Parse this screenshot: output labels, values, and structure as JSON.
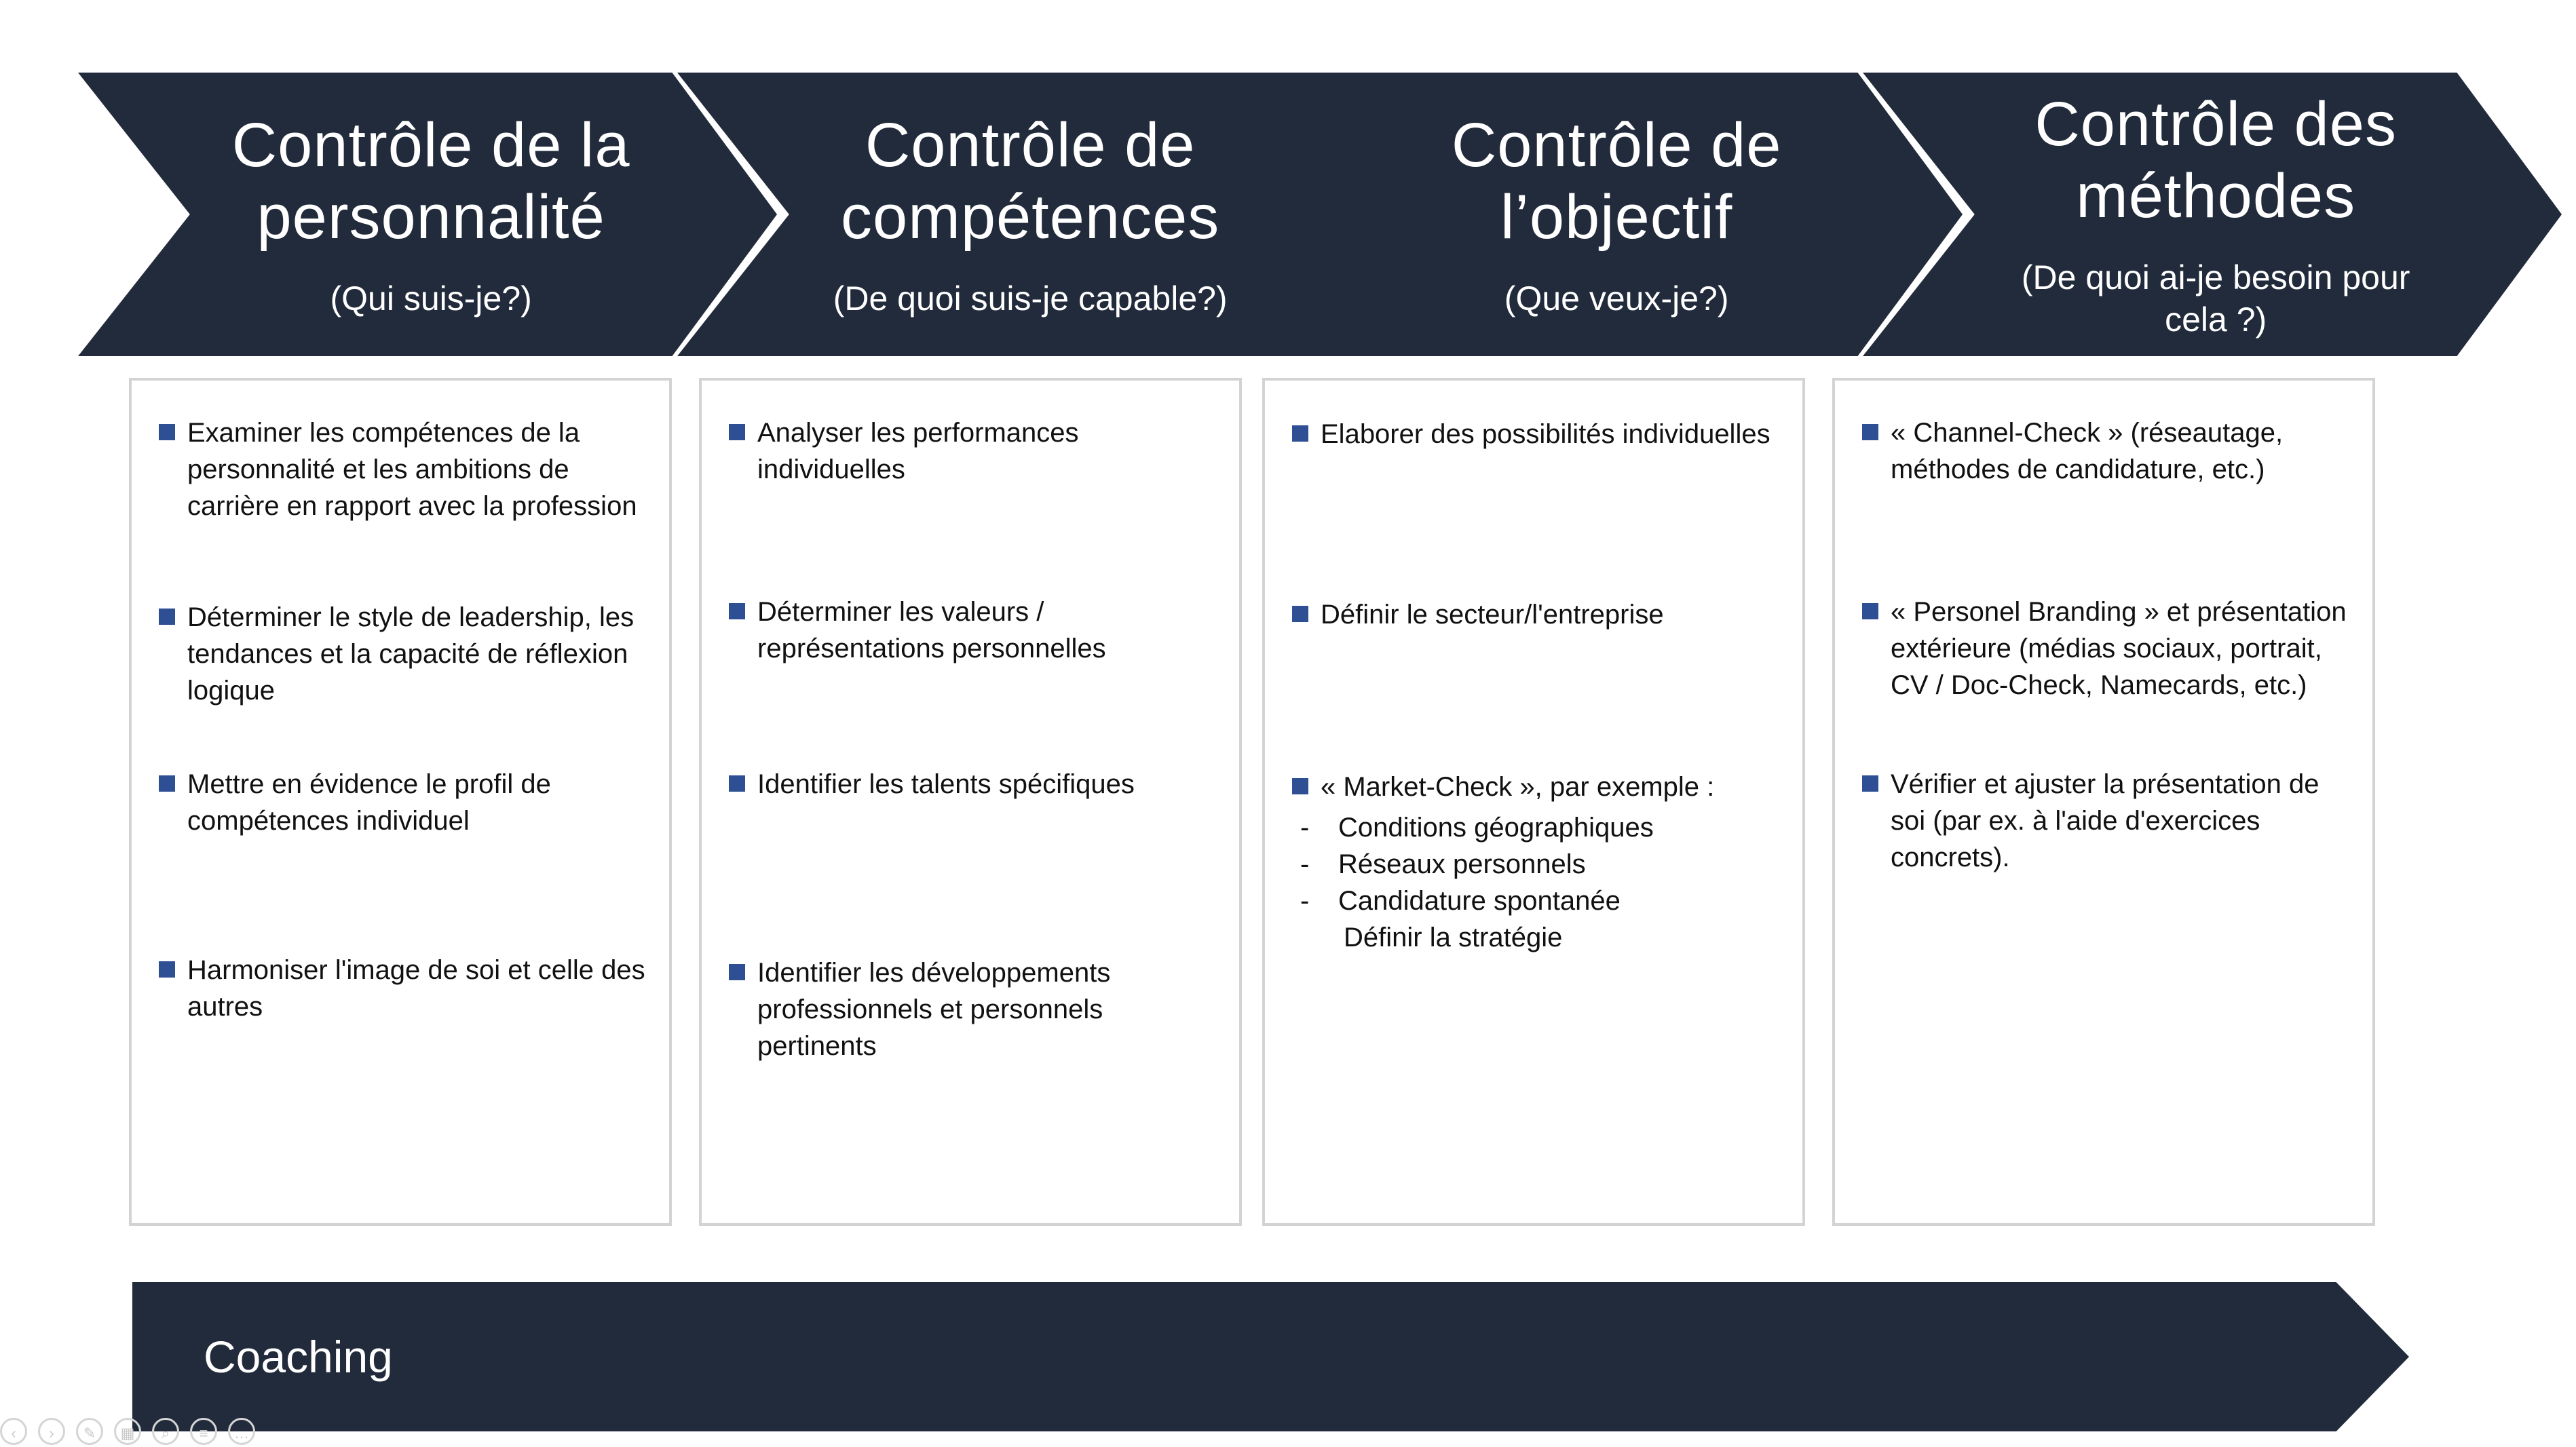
{
  "colors": {
    "navy": "#222b3b",
    "bullet": "#2f4f95"
  },
  "columns": [
    {
      "title": "Contrôle de la personnalité",
      "subtitle": "(Qui suis-je?)",
      "items": [
        {
          "text": "Examiner les compétences de la personnalité et les ambitions de carrière en rapport avec la profession"
        },
        {
          "text": "Déterminer le style de leadership, les tendances et la capacité de réflexion logique"
        },
        {
          "text": "Mettre en évidence le profil de compétences individuel"
        },
        {
          "text": "Harmoniser l'image de soi et celle des autres"
        }
      ]
    },
    {
      "title": "Contrôle de compétences",
      "subtitle": "(De quoi suis-je capable?)",
      "items": [
        {
          "text": "Analyser les performances individuelles"
        },
        {
          "text": "Déterminer les valeurs / représentations personnelles"
        },
        {
          "text": "Identifier les talents spécifiques"
        },
        {
          "text": "Identifier les développements professionnels et personnels pertinents"
        }
      ]
    },
    {
      "title": "Contrôle de l’objectif",
      "subtitle": "(Que veux-je?)",
      "items": [
        {
          "text": "Elaborer des possibilités individuelles"
        },
        {
          "text": "Définir le secteur/l'entreprise"
        },
        {
          "text": "« Market-Check », par exemple :",
          "subitems": [
            "Conditions géographiques",
            "Réseaux personnels",
            "Candidature spontanée"
          ],
          "extra": "Définir la stratégie"
        }
      ]
    },
    {
      "title": "Contrôle des méthodes",
      "subtitle": "(De quoi ai-je besoin pour cela ?)",
      "items": [
        {
          "text": "« Channel-Check » (réseautage, méthodes de candidature, etc.)"
        },
        {
          "text": "« Personel Branding » et présentation extérieure (médias sociaux, portrait, CV / Doc-Check, Namecards, etc.)"
        },
        {
          "text": "Vérifier et ajuster la présentation de soi (par ex. à l'aide d'exercices concrets)."
        }
      ]
    }
  ],
  "coaching": {
    "label": "Coaching"
  },
  "toolbar": {
    "icons": [
      "prev-icon",
      "next-icon",
      "pen-icon",
      "slides-icon",
      "zoom-icon",
      "menu-icon",
      "more-icon"
    ]
  }
}
